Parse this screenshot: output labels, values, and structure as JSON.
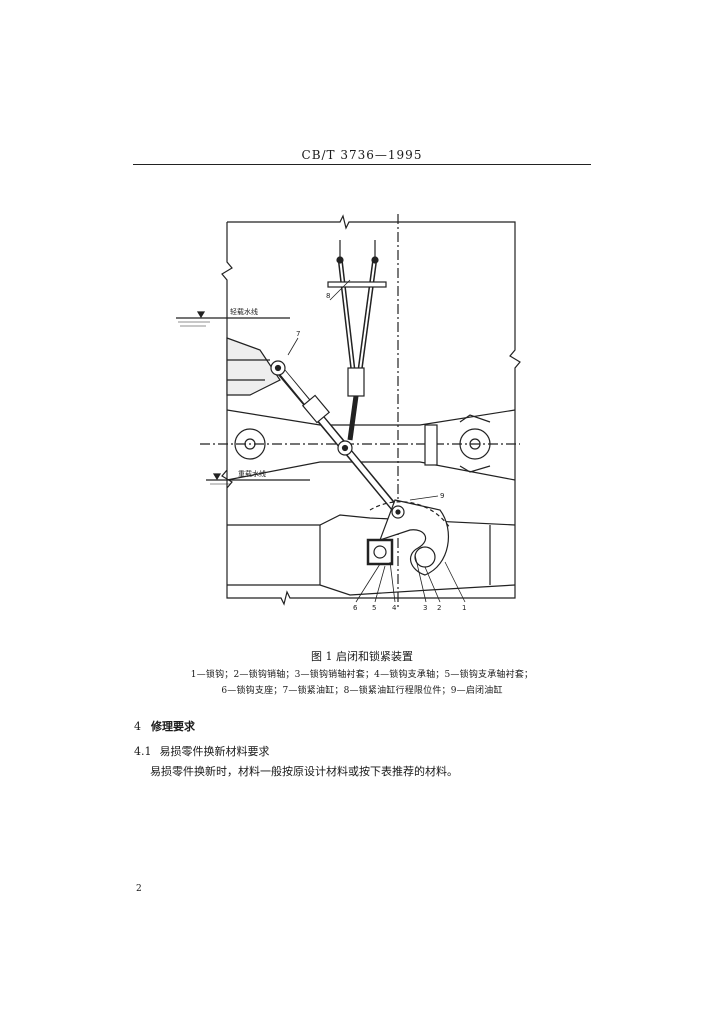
{
  "header": {
    "standard_code": "CB/T 3736—1995"
  },
  "figure": {
    "labels": {
      "light_waterline": "轻载水线",
      "heavy_waterline": "重载水线",
      "part_numbers": [
        "6",
        "5",
        "4",
        "3",
        "2",
        "1"
      ],
      "part_8": "8",
      "part_7": "7",
      "part_9": "9"
    }
  },
  "caption": {
    "title": "图 1   启闭和锁紧装置",
    "line1": "1—锁钩；2—锁钩销轴；3—锁钩销轴衬套；4—锁钩支承轴；5—锁钩支承轴衬套；",
    "line2": "6—锁钩支座；7—锁紧油缸；8—锁紧油缸行程限位件；9—启闭油缸"
  },
  "section": {
    "number": "4",
    "title": "修理要求"
  },
  "subsection": {
    "number": "4.1",
    "title": "易损零件换新材料要求"
  },
  "body_text": "易损零件换新时，材料一般按原设计材料或按下表推荐的材料。",
  "page_number": "2"
}
